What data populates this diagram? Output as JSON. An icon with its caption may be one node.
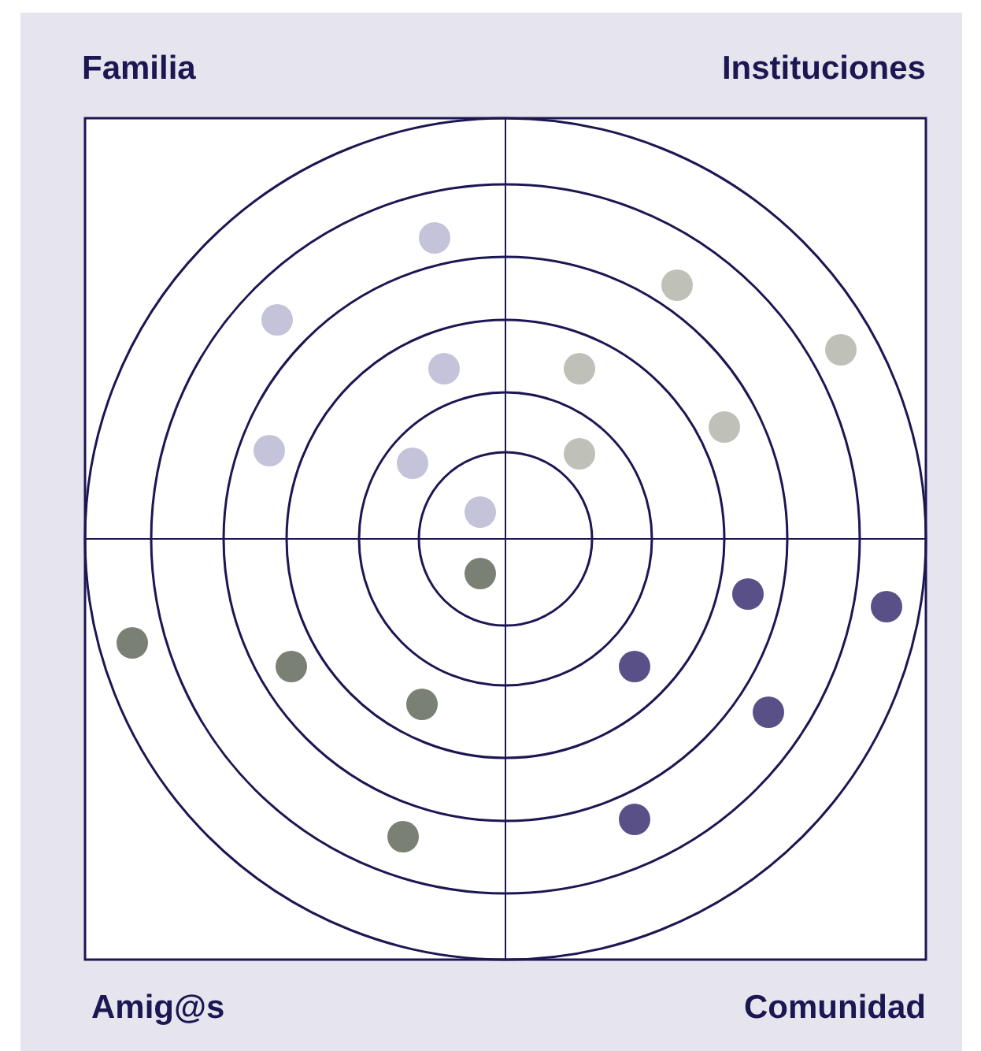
{
  "diagram": {
    "labels": [
      "Familia",
      "Instituciones",
      "Amig@s",
      "Comunidad"
    ]
  }
}
